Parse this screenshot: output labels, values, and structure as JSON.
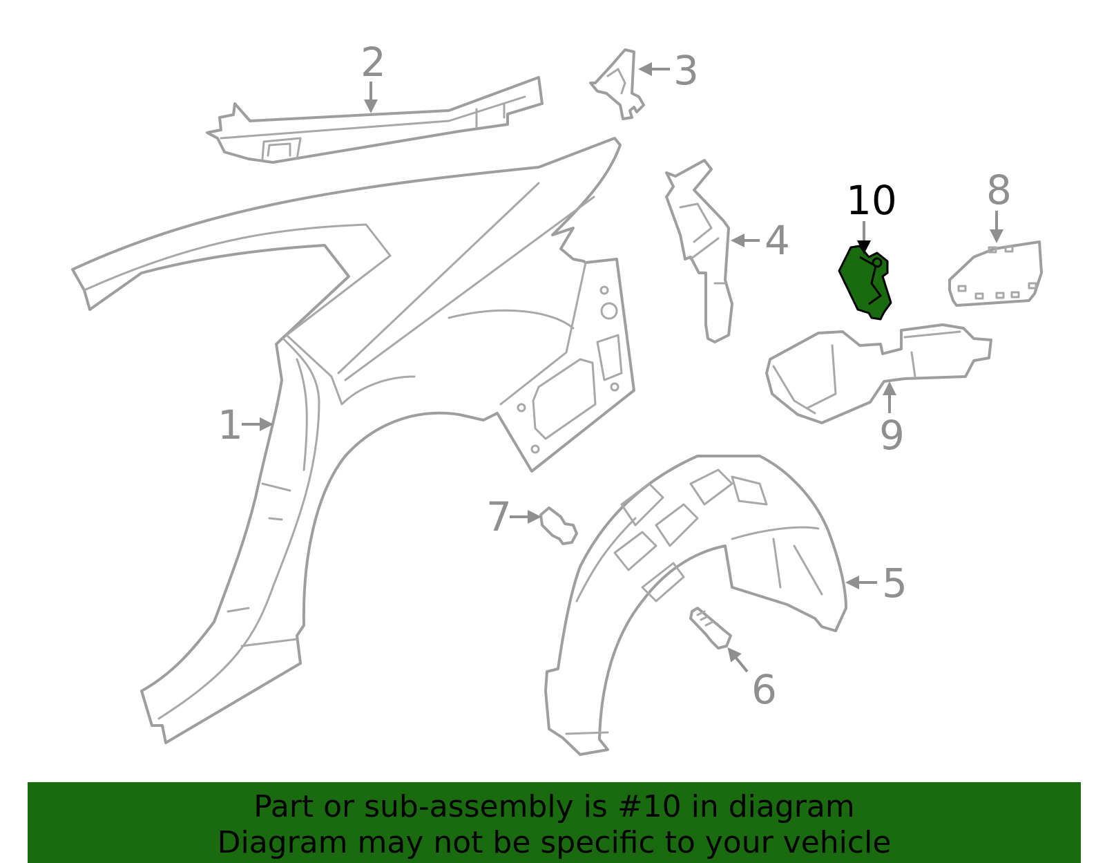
{
  "colors": {
    "part_outline": "#9e9e9e",
    "label_gray": "#8f8f8f",
    "highlight_fill": "#1a6b10",
    "highlight_label": "#000000",
    "banner_bg": "#1a6b10"
  },
  "callouts": {
    "c1": "1",
    "c2": "2",
    "c3": "3",
    "c4": "4",
    "c5": "5",
    "c6": "6",
    "c7": "7",
    "c8": "8",
    "c9": "9",
    "c10": "10"
  },
  "highlighted_part": "10",
  "banner": {
    "line1": "Part or sub-assembly is #10 in diagram",
    "line2": "Diagram may not be specific to your vehicle"
  }
}
